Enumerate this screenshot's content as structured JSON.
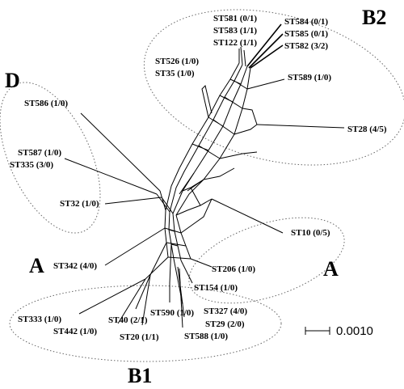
{
  "groups": {
    "b2": "B2",
    "d": "D",
    "a_left": "A",
    "a_right": "A",
    "b1": "B1"
  },
  "taxa": {
    "st581": "ST581 (0/1)",
    "st583": "ST583 (1/1)",
    "st122": "ST122 (1/1)",
    "st584": "ST584 (0/1)",
    "st585": "ST585 (0/1)",
    "st582": "ST582 (3/2)",
    "st526": "ST526 (1/0)",
    "st35": "ST35 (1/0)",
    "st589": "ST589 (1/0)",
    "st28": "ST28 (4/5)",
    "st586": "ST586 (1/0)",
    "st587": "ST587 (1/0)",
    "st335": "ST335 (3/0)",
    "st32": "ST32 (1/0)",
    "st10": "ST10 (0/5)",
    "st342": "ST342 (4/0)",
    "st206": "ST206 (1/0)",
    "st154": "ST154 (1/0)",
    "st333": "ST333 (1/0)",
    "st442": "ST442 (1/0)",
    "st40": "ST40 (2/1)",
    "st20": "ST20 (1/1)",
    "st590": "ST590 (1/0)",
    "st327": "ST327 (4/0)",
    "st29": "ST29 (2/0)",
    "st588": "ST588 (1/0)"
  },
  "scale_bar": {
    "label": "0.0010"
  }
}
